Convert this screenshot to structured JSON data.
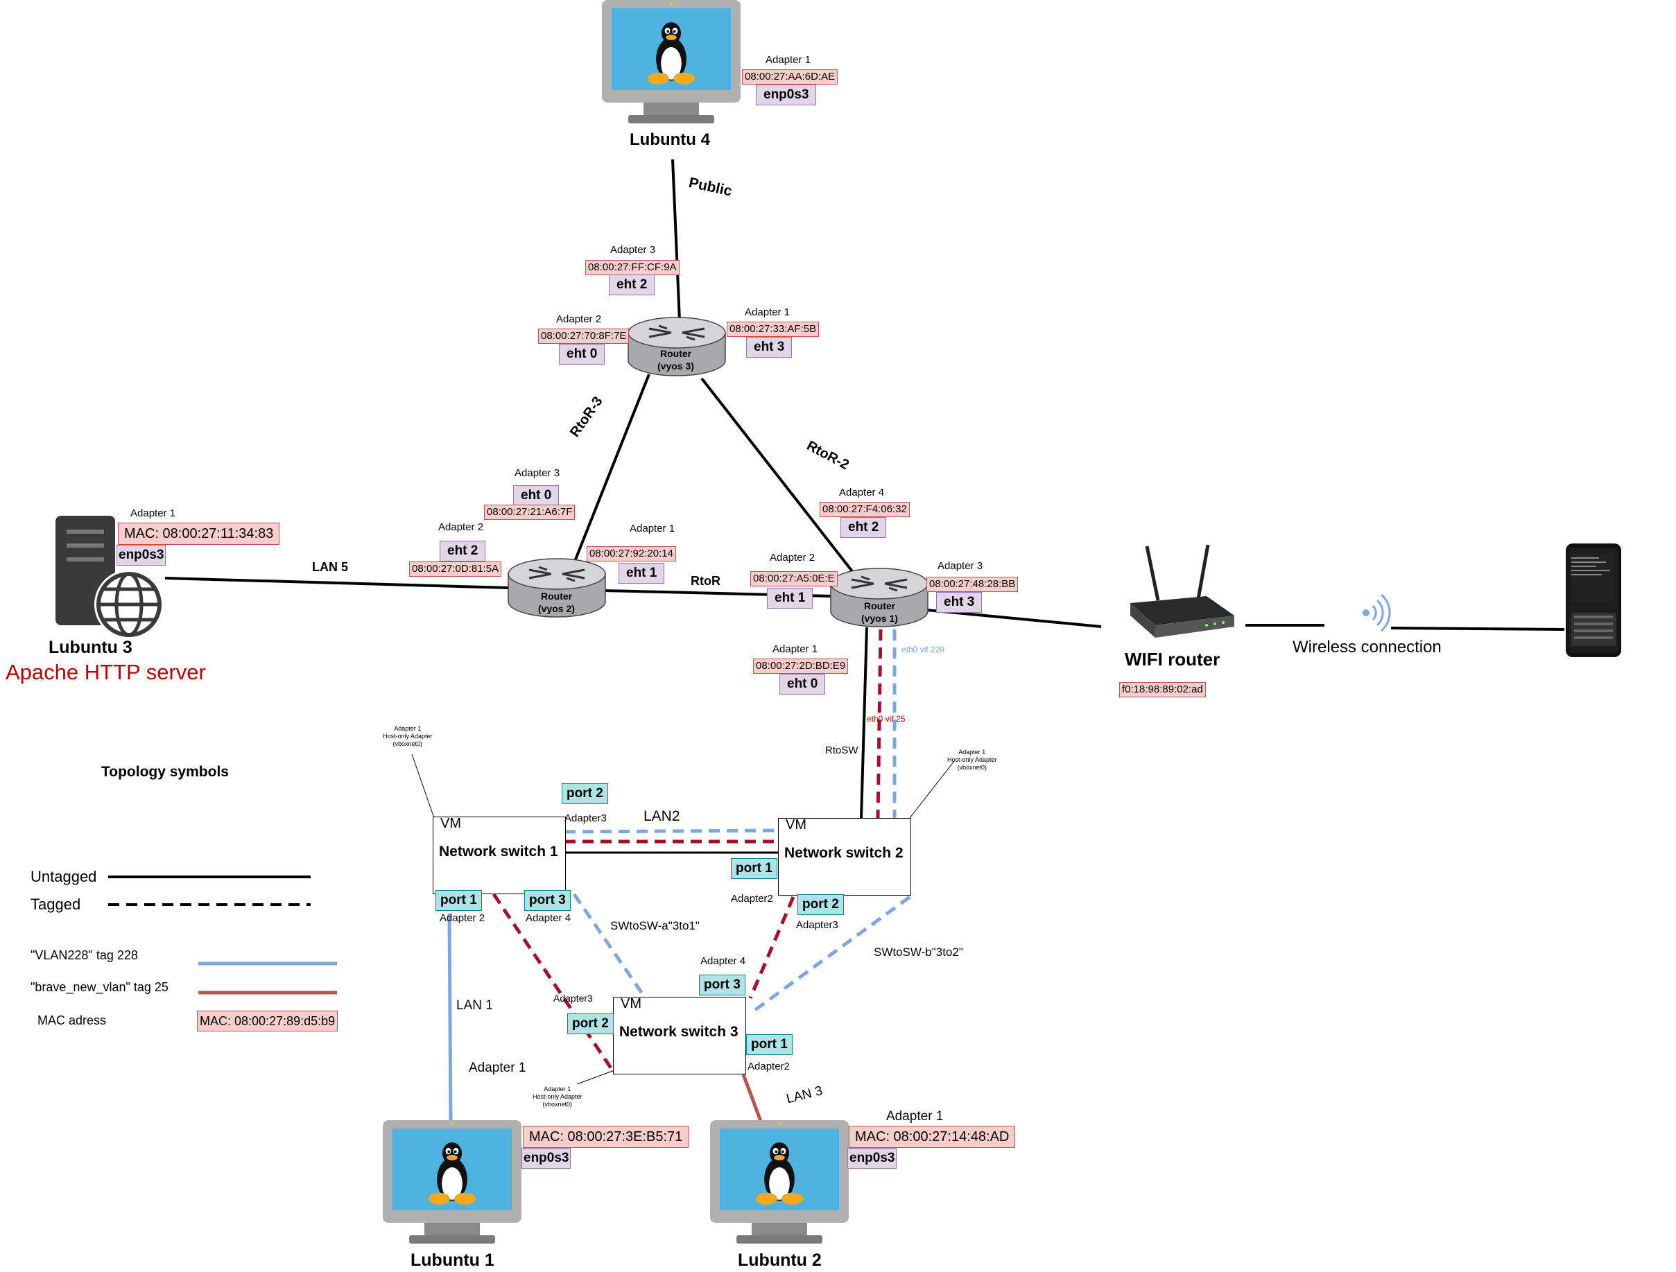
{
  "hosts": {
    "lubuntu4": {
      "name": "Lubuntu 4",
      "adapter": "Adapter 1",
      "mac": "08:00:27:AA:6D:AE",
      "iface": "enp0s3"
    },
    "lubuntu3": {
      "name": "Lubuntu 3",
      "subtitle": "Apache HTTP server",
      "adapter": "Adapter 1",
      "mac": "MAC: 08:00:27:11:34:83",
      "iface": "enp0s3"
    },
    "lubuntu1": {
      "name": "Lubuntu 1",
      "adapter": "Adapter 1",
      "mac": "MAC: 08:00:27:3E:B5:71",
      "iface": "enp0s3"
    },
    "lubuntu2": {
      "name": "Lubuntu 2",
      "adapter": "Adapter 1",
      "mac": "MAC: 08:00:27:14:48:AD",
      "iface": "enp0s3"
    }
  },
  "routers": {
    "vyos3": {
      "label": "Router\n(vyos 3)",
      "a3": {
        "adapter": "Adapter 3",
        "mac": "08:00:27:FF:CF:9A",
        "iface": "eht 2"
      },
      "a2": {
        "adapter": "Adapter 2",
        "mac": "08:00:27:70:8F:7E",
        "iface": "eht 0"
      },
      "a1": {
        "adapter": "Adapter 1",
        "mac": "08:00:27:33:AF:5B",
        "iface": "eht 3"
      }
    },
    "vyos2": {
      "label": "Router\n(vyos 2)",
      "a3": {
        "adapter": "Adapter 3",
        "iface": "eht 0",
        "mac": "08:00:27:21:A6:7F"
      },
      "a2": {
        "adapter": "Adapter 2",
        "iface": "eht 2",
        "mac": "08:00:27:0D:81:5A"
      },
      "a1": {
        "adapter": "Adapter 1",
        "mac": "08:00:27:92:20:14",
        "iface": "eht 1"
      }
    },
    "vyos1": {
      "label": "Router\n(vyos 1)",
      "a4": {
        "adapter": "Adapter 4",
        "mac": "08:00:27:F4:06:32",
        "iface": "eht 2"
      },
      "a2": {
        "adapter": "Adapter 2",
        "mac": "08:00:27:A5:0E:E",
        "iface": "eht 1"
      },
      "a3": {
        "adapter": "Adapter 3",
        "mac": "08:00:27:48:28:BB",
        "iface": "eht 3"
      },
      "a1": {
        "adapter": "Adapter 1",
        "mac": "08:00:27:2D:BD:E9",
        "iface": "eht 0"
      }
    }
  },
  "wifi": {
    "name": "WIFI router",
    "mac": "f0:18:98:89:02:ad",
    "link": "Wireless connection"
  },
  "links": {
    "public": "Public",
    "rtor3": "RtoR-3",
    "rtor2": "RtoR-2",
    "lan5": "LAN 5",
    "rtor": "RtoR",
    "rtosw": "RtoSW",
    "vif228": "eth0 vif 228",
    "vif25": "eth0 vif 25",
    "lan2": "LAN2",
    "lan1": "LAN 1",
    "lan3": "LAN 3",
    "swtosw_a": "SWtoSW-a\"3to1\"",
    "swtosw_b": "SWtoSW-b\"3to2\""
  },
  "switches": {
    "sw1": {
      "vm": "VM",
      "name": "Network switch 1",
      "port2": "port 2",
      "port2_adapter": "Adapter3",
      "port1": "port 1",
      "port1_adapter": "Adapter 2",
      "port3": "port 3",
      "port3_adapter": "Adapter 4",
      "hostonly": [
        "Adapter 1",
        "Host-only Adapter",
        "(vboxnet0)"
      ]
    },
    "sw2": {
      "vm": "VM",
      "name": "Network switch 2",
      "port1": "port 1",
      "port1_adapter": "Adapter2",
      "port2": "port 2",
      "port2_adapter": "Adapter3",
      "hostonly": [
        "Adapter 1",
        "Host-only Adapter",
        "(vboxnet0)"
      ]
    },
    "sw3": {
      "vm": "VM",
      "name": "Network switch 3",
      "port3": "port 3",
      "port3_adapter": "Adapter 4",
      "port2": "port 2",
      "port2_adapter": "Adapter3",
      "port1": "port 1",
      "port1_adapter": "Adapter2",
      "hostonly": [
        "Adapter 1",
        "Host-only Adapter",
        "(vboxnet0)"
      ],
      "lan1_adapter": "Adapter 1"
    }
  },
  "legend": {
    "title": "Topology symbols",
    "untagged": "Untagged",
    "tagged": "Tagged",
    "vlan228": "\"VLAN228\" tag 228",
    "vlan25": "\"brave_new_vlan\" tag 25",
    "mac_label": "MAC adress",
    "mac_sample": "MAC: 08:00:27:89:d5:b9"
  },
  "colors": {
    "vlan228": "#7ea6e0",
    "vlan25": "#a50f2e",
    "lan3": "#b85450",
    "mac_fill": "#f8cecc",
    "iface_fill": "#e1d5e7",
    "port_fill": "#b0e3e6",
    "monitor_screen": "#4fb2de",
    "alert_red": "#b20000"
  }
}
